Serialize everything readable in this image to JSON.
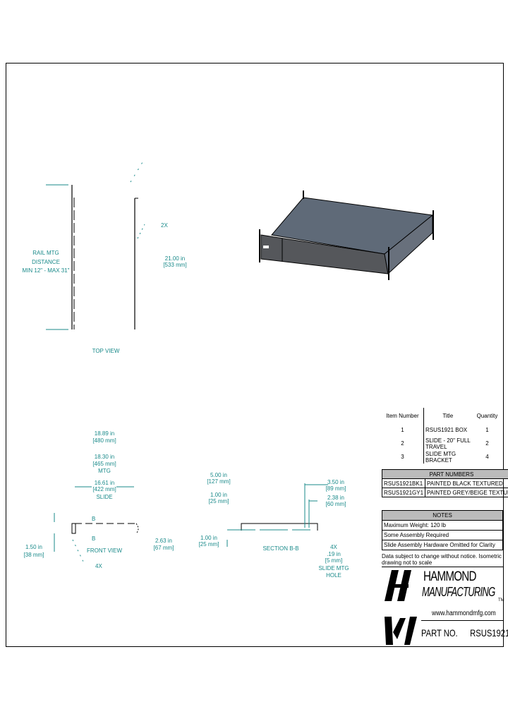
{
  "top_view": {
    "rail_label": [
      "RAIL MTG",
      "DISTANCE",
      "MIN 12\" - MAX 31\""
    ],
    "depth_dim": [
      "21.00 in",
      "[533 mm]"
    ],
    "hole_note": "2X",
    "caption": "TOP VIEW"
  },
  "front_view": {
    "overall_width": [
      "18.89 in",
      "[480 mm]"
    ],
    "mtg_width": [
      "18.30 in",
      "[465 mm]",
      "MTG"
    ],
    "slide_width": [
      "16.61 in",
      "[422 mm]",
      "SLIDE"
    ],
    "height_dim": [
      "1.50 in",
      "[38 mm]"
    ],
    "side_dim": [
      "2.63 in",
      "[67 mm]"
    ],
    "section_marker_b": "B",
    "hole_note": "4X",
    "caption": "FRONT VIEW"
  },
  "section_view": {
    "dim_a": [
      "5.00 in",
      "[127 mm]"
    ],
    "dim_b": [
      "1.00 in",
      "[25 mm]"
    ],
    "dim_c": [
      "3.50 in",
      "[89 mm]"
    ],
    "dim_d": [
      "2.38 in",
      "[60 mm]"
    ],
    "dim_e": [
      "1.00 in",
      "[25 mm]"
    ],
    "hole": [
      "4X",
      ".19 in",
      "[5 mm]",
      "SLIDE MTG",
      "HOLE"
    ],
    "caption": "SECTION B-B"
  },
  "bom": {
    "headers": [
      "Item Number",
      "Title",
      "Quantity"
    ],
    "rows": [
      [
        "1",
        "RSUS1921 BOX",
        "1"
      ],
      [
        "2",
        "SLIDE - 20\" FULL TRAVEL",
        "2"
      ],
      [
        "3",
        "SLIDE MTG BRACKET",
        "4"
      ]
    ]
  },
  "part_numbers": {
    "title": "PART NUMBERS",
    "rows": [
      [
        "RSUS1921BK1",
        "PAINTED BLACK TEXTURED"
      ],
      [
        "RSUS1921GY1",
        "PAINTED GREY/BEIGE TEXTURED"
      ]
    ]
  },
  "notes": {
    "title": "NOTES",
    "items": [
      "Maximum Weight: 120 lb",
      "Some Assembly Required",
      "Slide Assembly Hardware Omitted for Clarity"
    ]
  },
  "disclaimer": "Data subject to change without notice. Isometric drawing not to scale",
  "brand": {
    "line1": "HAMMOND",
    "line2": "MANUFACTURING",
    "tm": "TM",
    "website": "www.hammondmfg.com",
    "part_no_label": "PART NO.",
    "part_no": "RSUS1921"
  },
  "colors": {
    "dimension": "#1a8a8a",
    "box_top": "#5f6a78",
    "box_front": "#55575b"
  }
}
